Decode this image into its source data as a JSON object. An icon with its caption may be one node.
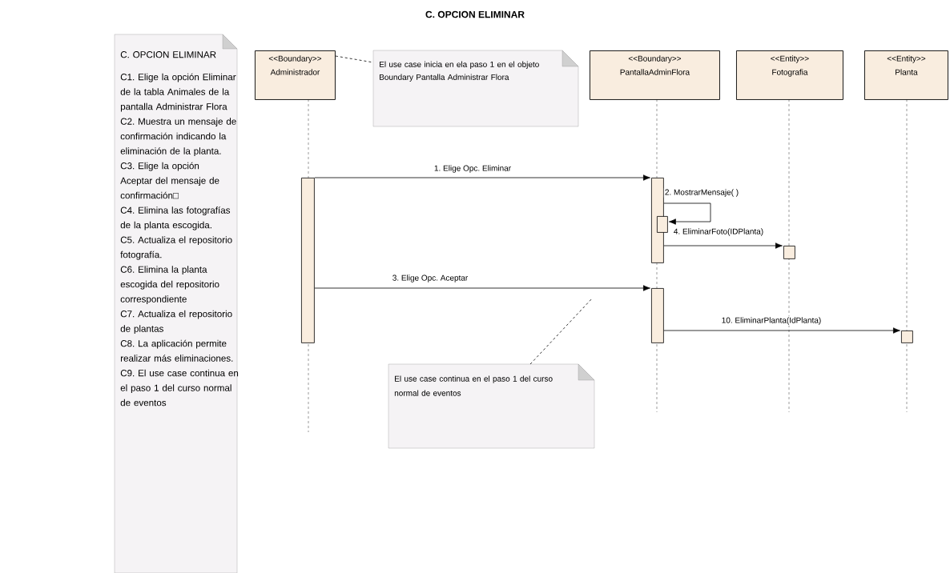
{
  "diagram": {
    "title": "C. OPCION ELIMINAR",
    "nodes": [
      {
        "text": [
          "C. OPCION ELIMINAR",
          "C1. Elige la opción Eliminar de la tabla Animales de la pantalla Administrar Flora",
          "C2. Muestra un mensaje de confirmación indicando la eliminación de la planta.",
          "C3. Elige la opción Aceptar del mensaje de confirmación□",
          "C4. Elimina las fotografías de la planta escogida.",
          "C5. Actualiza el repositorio fotografía.",
          "C6. Elimina la planta escogida del repositorio correspondiente",
          "C7. Actualiza el repositorio de plantas",
          "C8. La aplicación permite realizar más eliminaciones.",
          "C9. El use case continua en el paso 1 del curso normal de eventos"
        ]
      },
      {
        "text": [
          "<<Boundary>>",
          "Administrador"
        ]
      },
      {
        "text": [
          "El use case inicia en ela paso 1 en el objeto Boundary Pantalla Administrar Flora"
        ]
      },
      {
        "text": [
          "<<Boundary>>",
          "PantallaAdminFlora"
        ]
      },
      {
        "text": [
          "<<Entity>>",
          "Fotografia"
        ]
      },
      {
        "text": [
          "<<Entity>>",
          "Planta"
        ]
      },
      {
        "text": [
          "El use case continua en el paso 1 del curso normal de eventos"
        ]
      },
      {
        "text": [],
        "shape": "bar"
      },
      {
        "text": [],
        "shape": "bar"
      },
      {
        "text": [],
        "shape": "bar"
      },
      {
        "text": [],
        "shape": "bar"
      },
      {
        "text": [],
        "shape": "bar"
      },
      {
        "text": [],
        "shape": "bar"
      }
    ],
    "edges": [
      {
        "from": 7,
        "to": 8,
        "arrow": "to",
        "label": "1. Elige Opc. Eliminar"
      },
      {
        "from": 8,
        "to": 9,
        "arrow": "to",
        "label": "2. MostrarMensaje( )"
      },
      {
        "from": 8,
        "to": 10,
        "arrow": "to",
        "label": "4. EliminarFoto(IDPlanta)"
      },
      {
        "from": 7,
        "to": 11,
        "arrow": "to",
        "label": "3. Elige Opc. Aceptar"
      },
      {
        "from": 11,
        "to": 12,
        "arrow": "to",
        "label": "10. EliminarPlanta(IdPlanta)"
      },
      {
        "from": 1,
        "to": 2,
        "arrow": "none",
        "style": "dashed"
      },
      {
        "from": 6,
        "to": null,
        "arrow": "none",
        "style": "dashed"
      }
    ]
  }
}
